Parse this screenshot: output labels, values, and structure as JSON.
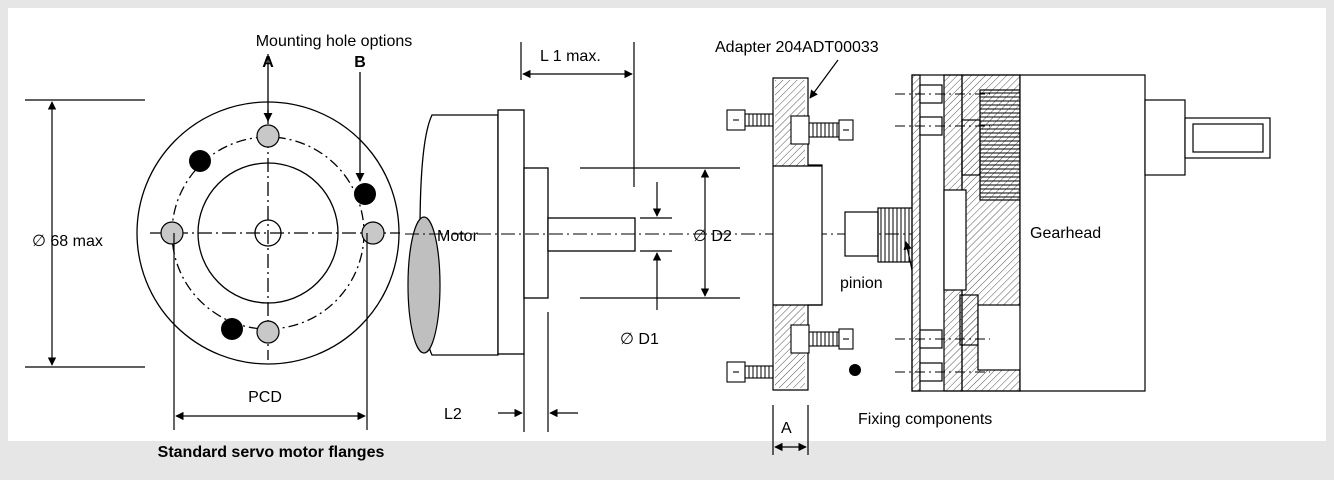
{
  "labels": {
    "mounting_hole_options": "Mounting hole options",
    "option_a": "A",
    "option_b": "B",
    "diameter_68": "∅ 68 max",
    "pcd": "PCD",
    "flange_caption": "Standard servo motor flanges",
    "l1": "L 1 max.",
    "adapter": "Adapter 204ADT00033",
    "motor": "Motor",
    "d2": "∅ D2",
    "d1": "∅ D1",
    "l2": "L2",
    "dim_a": "A",
    "pinion": "pinion",
    "gearhead": "Gearhead",
    "fixing": "Fixing components"
  },
  "colors": {
    "background": "#e6e6e6",
    "panel": "#ffffff",
    "line": "#000000",
    "hole_fill": "#c8c8c8",
    "hatch": "#555555"
  }
}
